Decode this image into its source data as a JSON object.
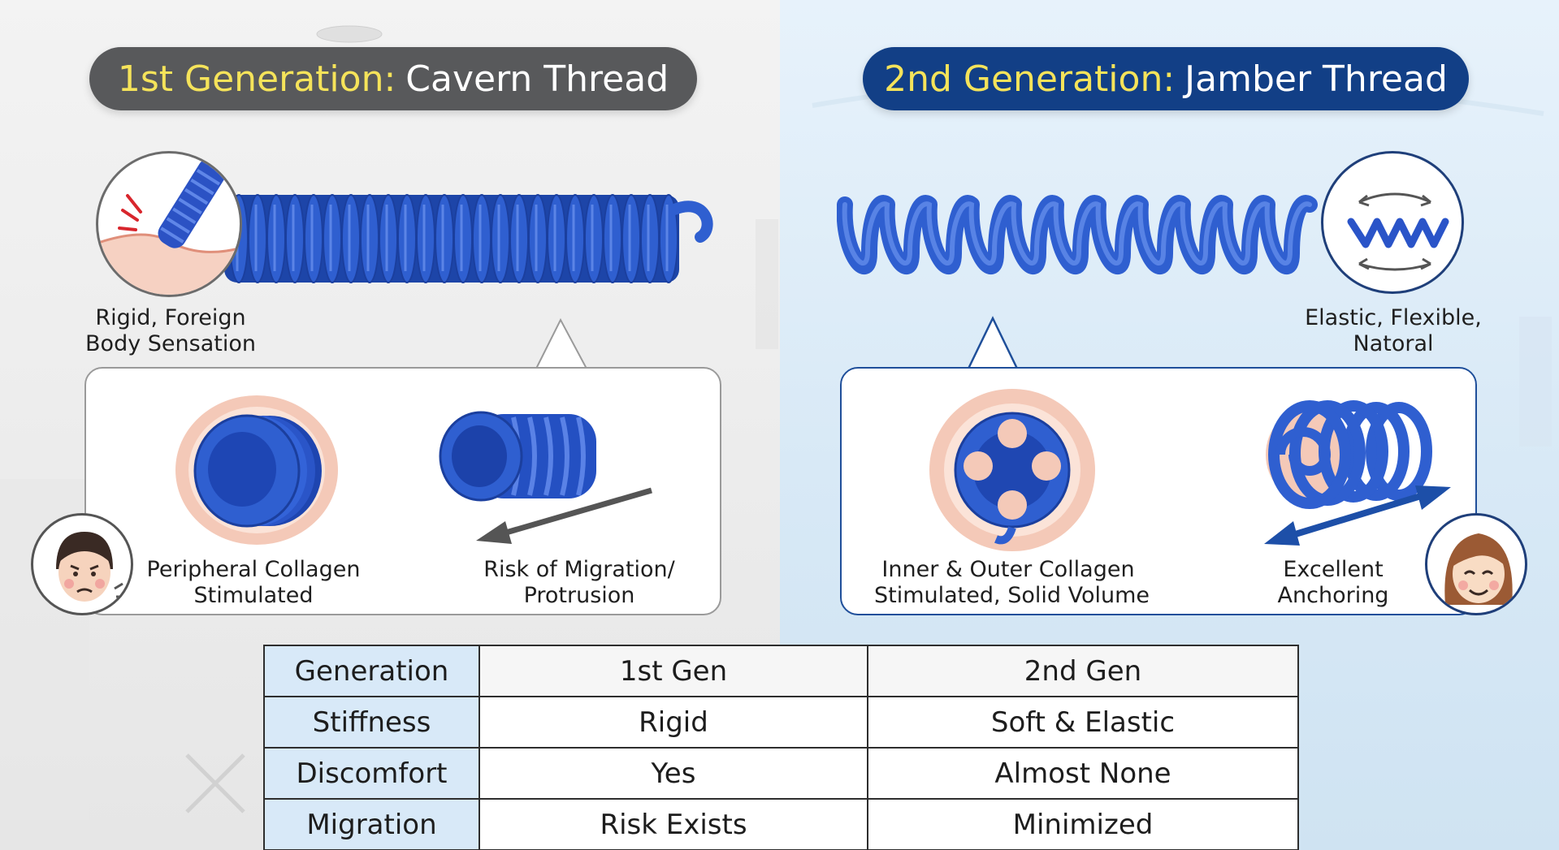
{
  "left": {
    "title_highlight": "1st Generation:",
    "title_rest": "Cavern Thread",
    "top_label_lines": [
      "Rigid, Foreign",
      "Body Sensation"
    ],
    "panel_labels": [
      {
        "lines": [
          "Peripheral Collagen",
          "Stimulated"
        ]
      },
      {
        "lines": [
          "Risk of Migration/",
          "Protrusion"
        ]
      }
    ]
  },
  "right": {
    "title_highlight": "2nd Generation:",
    "title_rest": "Jamber Thread",
    "top_label_lines": [
      "Elastic, Flexible,",
      "Natoral"
    ],
    "panel_labels": [
      {
        "lines": [
          "Inner & Outer Collagen",
          "Stimulated, Solid Volume"
        ]
      },
      {
        "lines": [
          "Excellent",
          "Anchoring"
        ]
      }
    ]
  },
  "table": {
    "rows": [
      {
        "head": "Generation",
        "gen1": "1st Gen",
        "gen2": "2nd Gen"
      },
      {
        "head": "Stiffness",
        "gen1": "Rigid",
        "gen2": "Soft & Elastic"
      },
      {
        "head": "Discomfort",
        "gen1": "Yes",
        "gen2": "Almost None"
      },
      {
        "head": "Migration",
        "gen1": "Risk Exists",
        "gen2": "Minimized"
      }
    ]
  },
  "colors": {
    "spring_blue": "#2f5fd0",
    "left_pill": "#58595b",
    "right_pill": "#123f86",
    "title_highlight": "#f5e35a",
    "table_head_bg": "#d8e9f8"
  },
  "icons": [
    "skin-poke-icon",
    "arrows-wave-icon",
    "frowning-face-icon",
    "smiling-face-icon",
    "tight-coil-cross-section-icon",
    "tight-coil-side-icon",
    "open-coil-cross-section-icon",
    "open-coil-side-icon",
    "migration-arrow-icon",
    "anchoring-double-arrow-icon"
  ]
}
